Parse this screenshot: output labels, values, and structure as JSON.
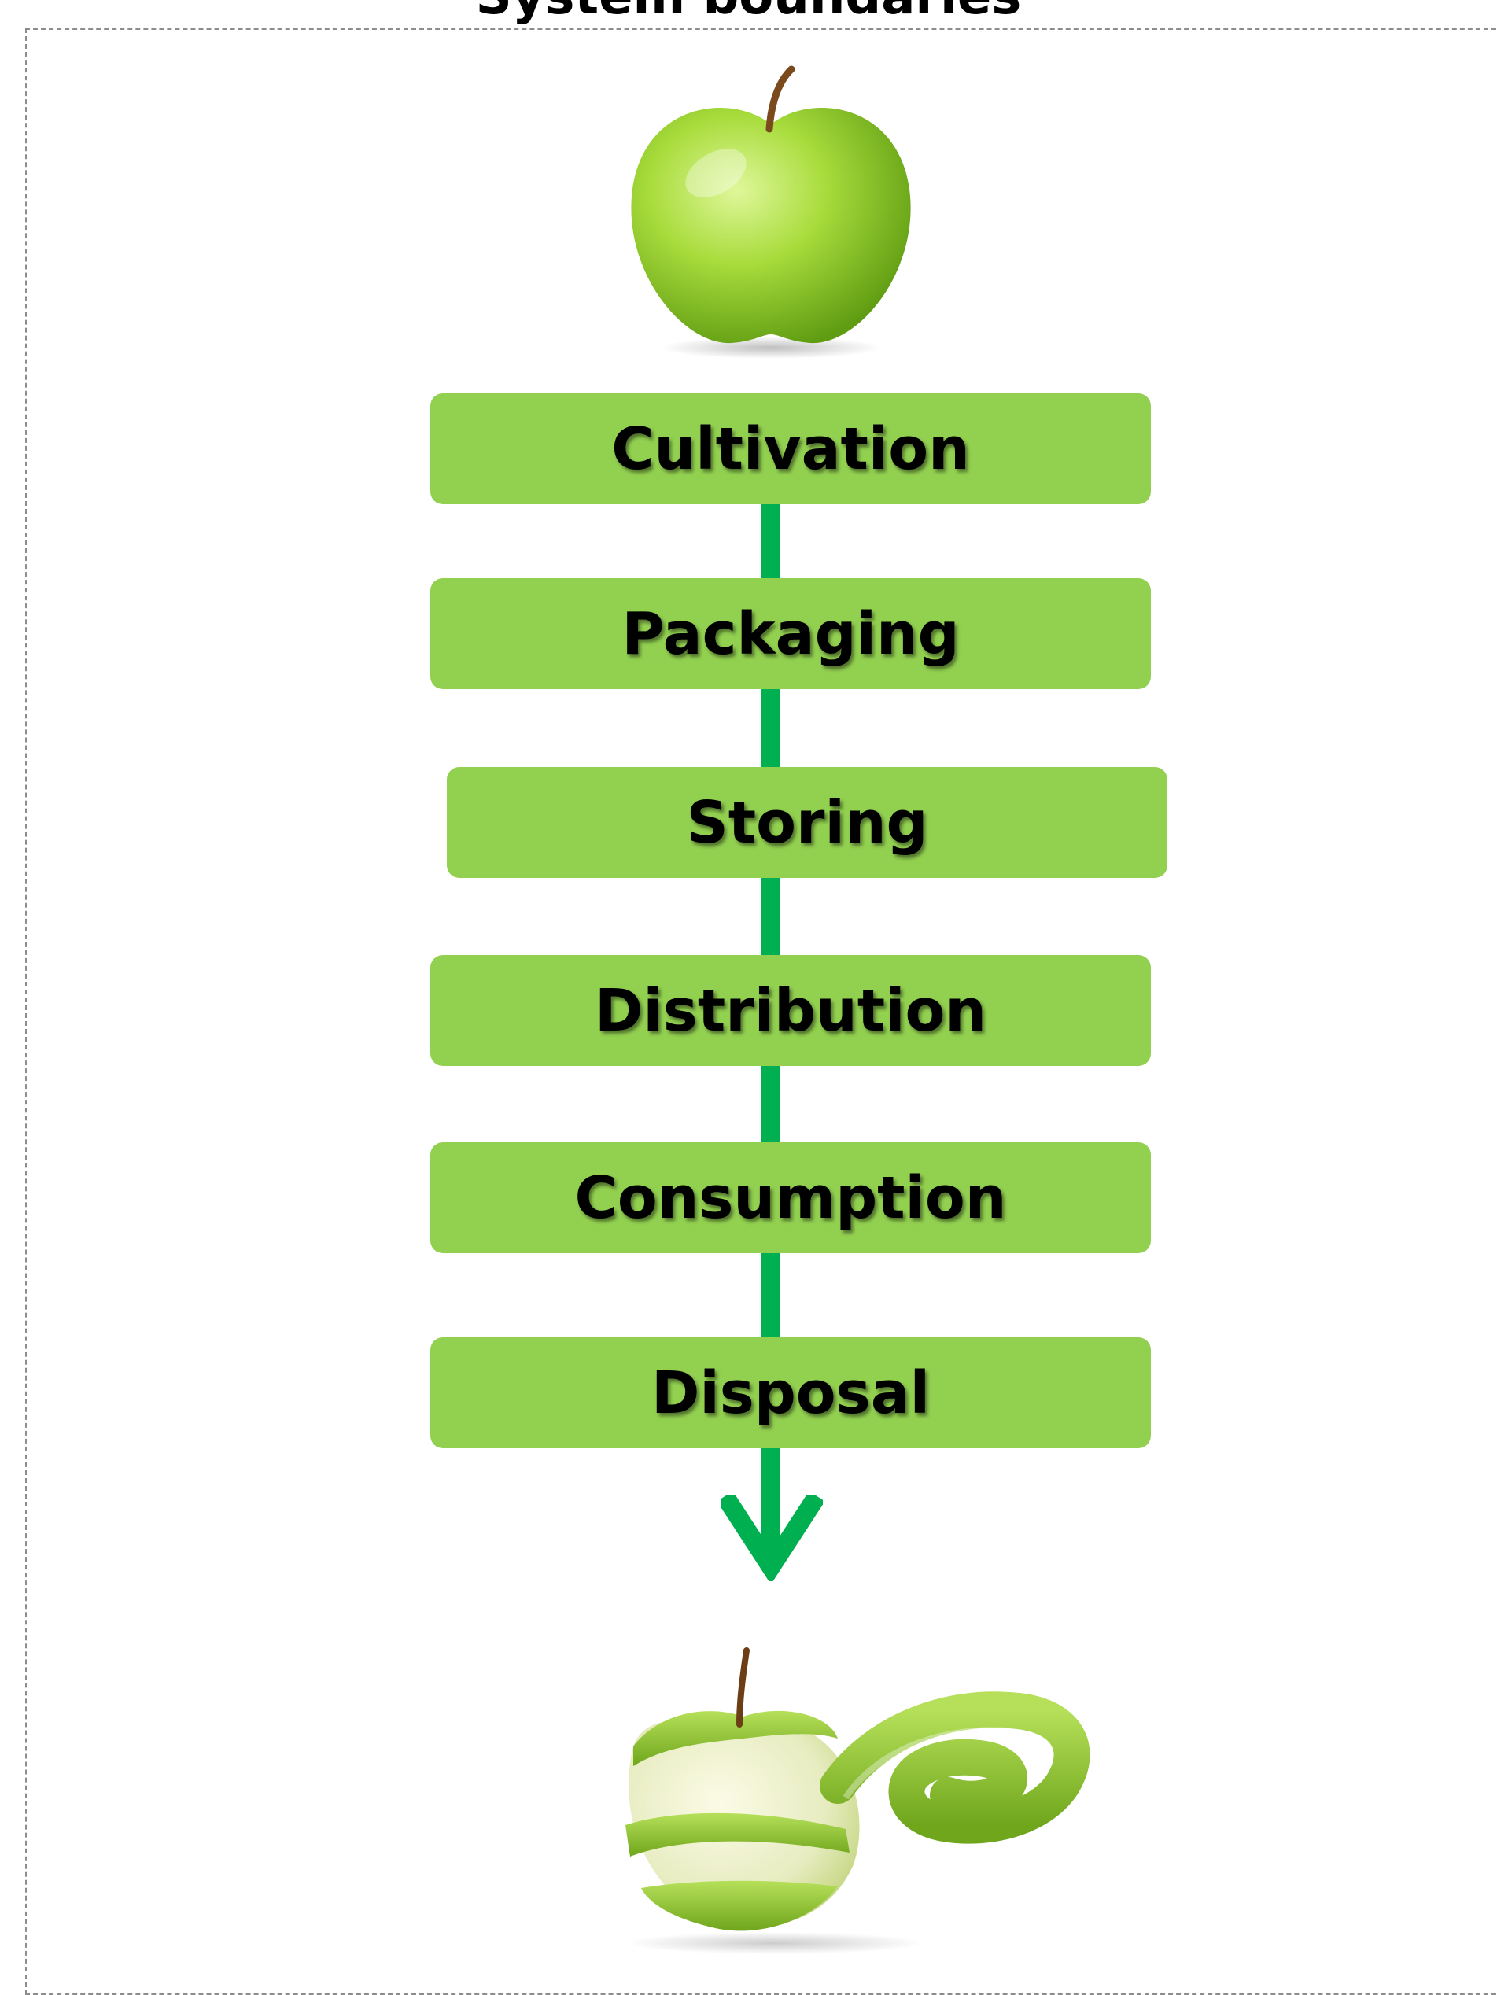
{
  "title": "System boundaries",
  "steps": [
    {
      "label": "Cultivation"
    },
    {
      "label": "Packaging"
    },
    {
      "label": "Storing"
    },
    {
      "label": "Distribution"
    },
    {
      "label": "Consumption"
    },
    {
      "label": "Disposal"
    }
  ],
  "colors": {
    "step_fill": "#92d050",
    "connector": "#00b050",
    "boundary": "#8c8c8c"
  },
  "images": {
    "top": "whole-green-apple",
    "bottom": "peeled-green-apple"
  }
}
